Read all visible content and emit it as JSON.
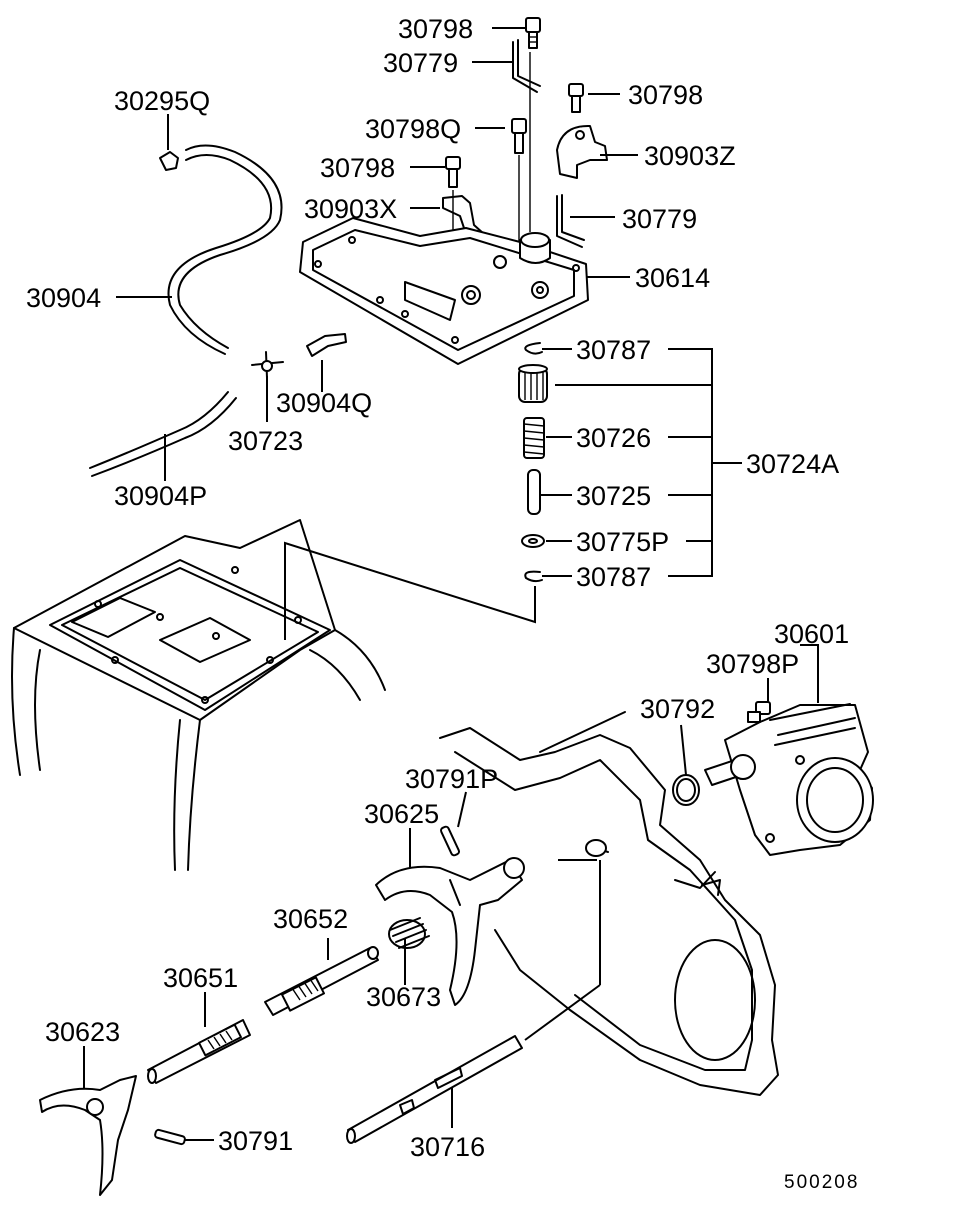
{
  "diagram": {
    "callouts": [
      "30798",
      "30779",
      "30798",
      "30295Q",
      "30798Q",
      "30903Z",
      "30798",
      "30903X",
      "30779",
      "30614",
      "30904",
      "30787",
      "30904Q",
      "30723",
      "30726",
      "30724A",
      "30725",
      "30904P",
      "30775P",
      "30787",
      "30601",
      "30798P",
      "30792",
      "30791P",
      "30625",
      "30652",
      "30651",
      "30673",
      "30623",
      "30791",
      "30716"
    ],
    "drawing_code": "500208"
  }
}
